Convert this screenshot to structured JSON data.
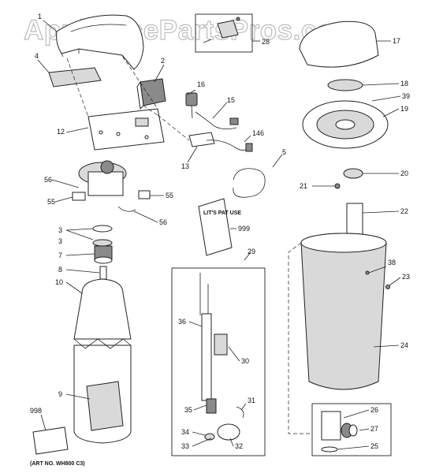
{
  "watermark": "AppliancePartsPros.com",
  "footnote": "(ART NO. WH800 C3)",
  "manual_booklet_text": "LIT'S PAT USE",
  "callouts": {
    "c1": "1",
    "c2": "2",
    "c3a": "3",
    "c3b": "3",
    "c4": "4",
    "c5": "5",
    "c7": "7",
    "c8": "8",
    "c9": "9",
    "c10": "10",
    "c12": "12",
    "c13": "13",
    "c15": "15",
    "c16": "16",
    "c17": "17",
    "c18": "18",
    "c19": "19",
    "c20": "20",
    "c21": "21",
    "c22": "22",
    "c23": "23",
    "c24": "24",
    "c25": "25",
    "c26": "26",
    "c27": "27",
    "c28": "28",
    "c29": "29",
    "c30": "30",
    "c31": "31",
    "c32": "32",
    "c33": "33",
    "c34": "34",
    "c35": "35",
    "c36": "36",
    "c38": "38",
    "c39": "39",
    "c55a": "55",
    "c55b": "55",
    "c56a": "56",
    "c56b": "56",
    "c146": "146",
    "c998": "998",
    "c999": "999"
  }
}
